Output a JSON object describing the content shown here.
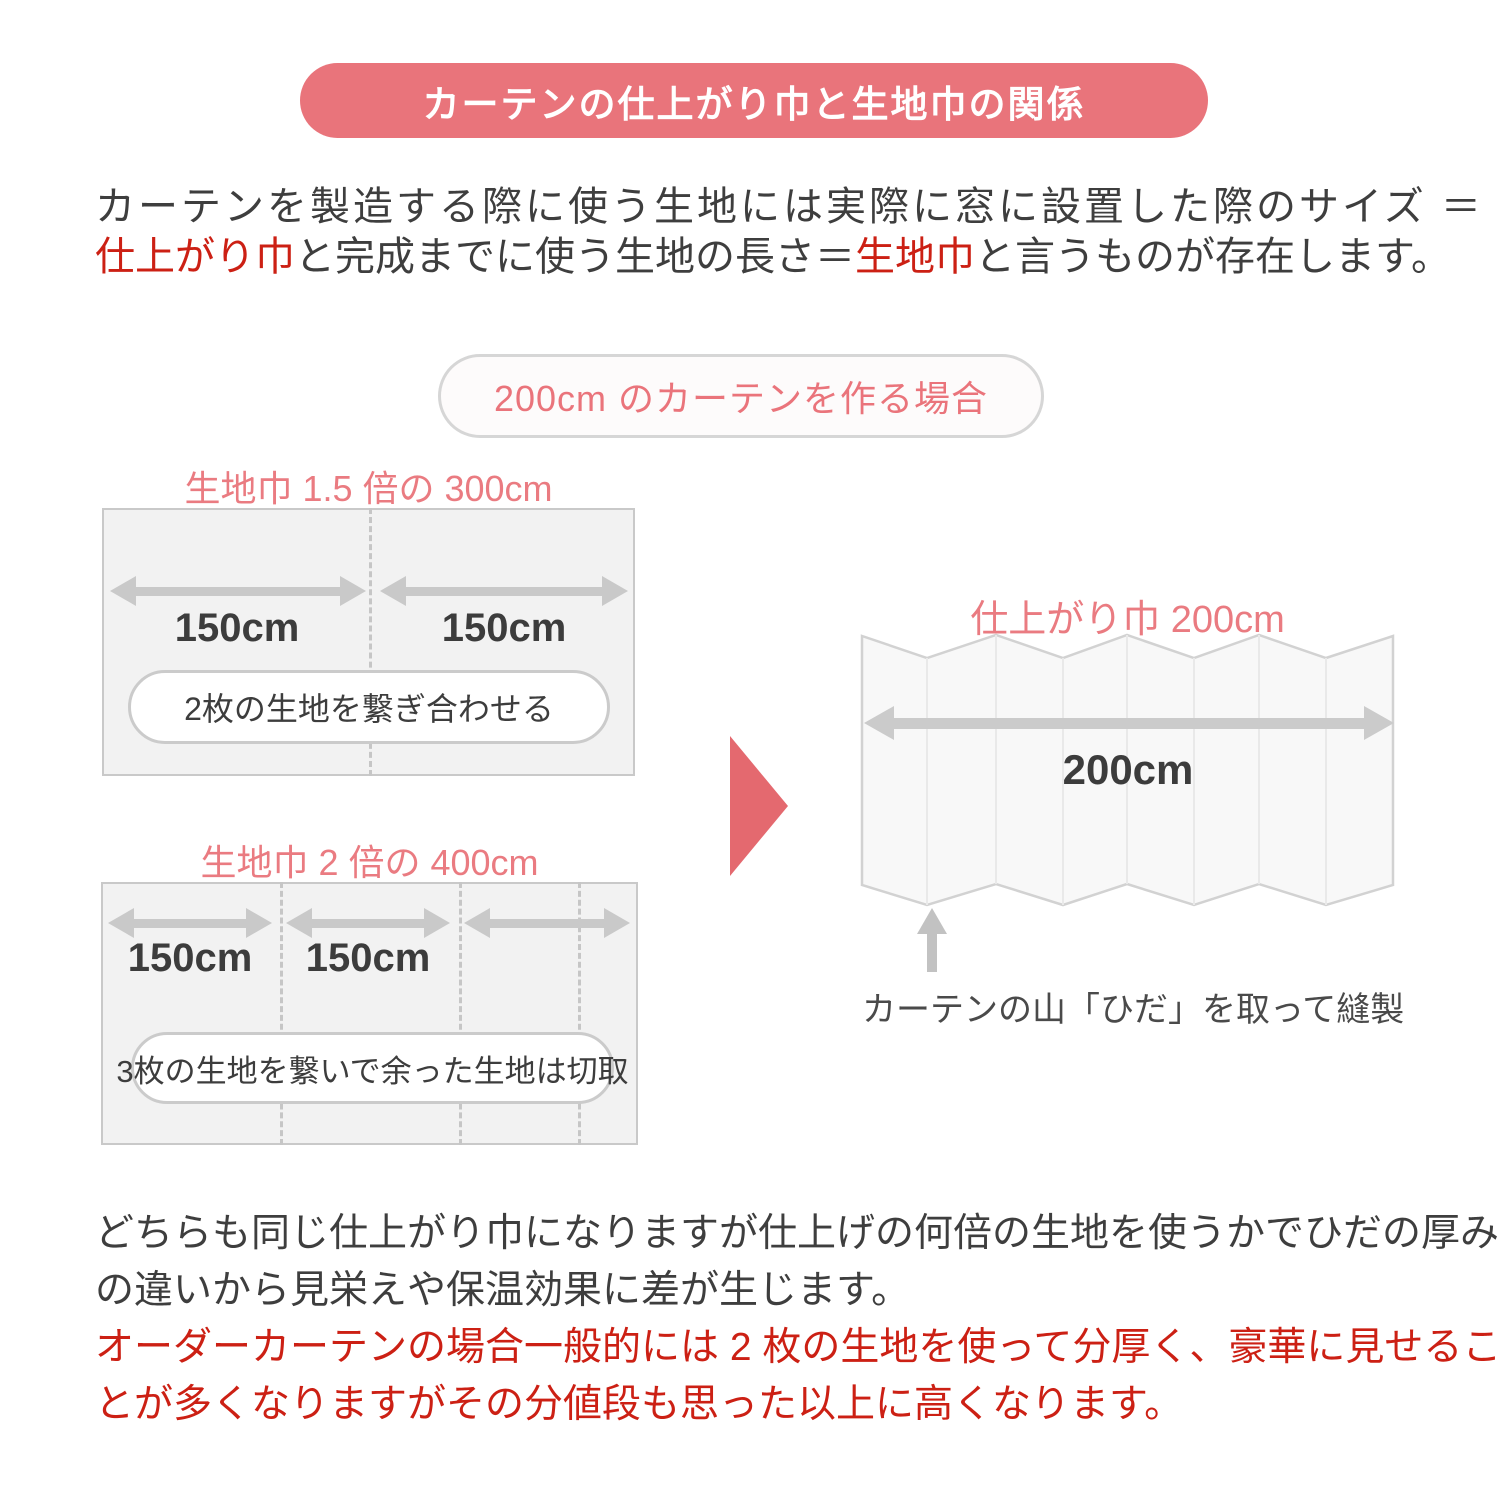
{
  "banner": {
    "title": "カーテンの仕上がり巾と生地巾の関係"
  },
  "intro": {
    "line1": "カーテンを製造する際に使う生地には実際に窓に設置した際のサイズ ＝",
    "line2": {
      "red1": "仕上がり巾",
      "mid": "と完成までに使う生地の長さ＝",
      "red2": "生地巾",
      "tail": "と言うものが存在します。"
    }
  },
  "case_pill": {
    "label": "200cm のカーテンを作る場合"
  },
  "fabric_1_5x": {
    "title": "生地巾 1.5 倍の 300cm",
    "arrow_labels": [
      "150cm",
      "150cm"
    ],
    "note": "2枚の生地を繋ぎ合わせる"
  },
  "fabric_2x": {
    "title": "生地巾 2 倍の 400cm",
    "arrow_labels": [
      "150cm",
      "150cm"
    ],
    "note": "3枚の生地を繋いで余った生地は切取"
  },
  "result": {
    "title": "仕上がり巾 200cm",
    "width_label": "200cm",
    "caption": "カーテンの山「ひだ」を取って縫製"
  },
  "footer": {
    "line1": "どちらも同じ仕上がり巾になりますが仕上げの何倍の生地を使うかでひだの厚み",
    "line2": "の違いから見栄えや保温効果に差が生じます。",
    "line3": "オーダーカーテンの場合一般的には 2 枚の生地を使って分厚く、豪華に見せるこ",
    "line4": "とが多くなりますがその分値段も思った以上に高くなります。"
  },
  "colors": {
    "banner_bg": "#e9747b",
    "salmon_text": "#ea7b81",
    "red_text": "#cc2014",
    "dark_text": "#3e3e3e",
    "arrow_gray": "#c9c9c9",
    "sheet_fill": "#f2f2f2",
    "sheet_border": "#c9c9c9",
    "curtain_fill": "#f8f8f8",
    "curtain_stroke": "#d2d2d2",
    "triangle": "#e4696f"
  }
}
